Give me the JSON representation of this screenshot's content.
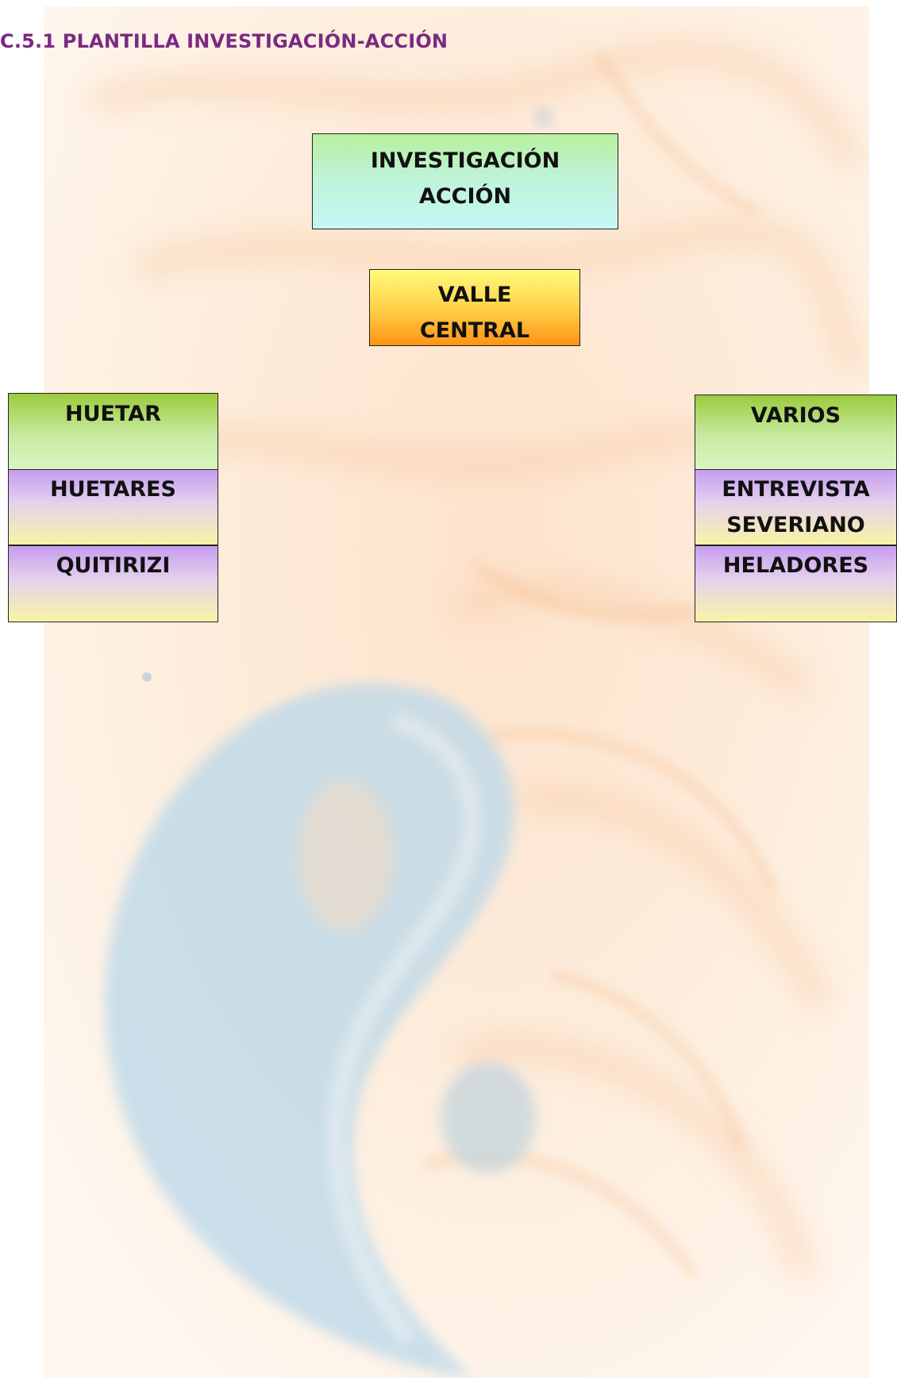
{
  "heading": "C.5.1  PLANTILLA INVESTIGACIÓN-ACCIÓN",
  "top_box": {
    "line1": "INVESTIGACIÓN",
    "line2": "ACCIÓN"
  },
  "middle_box": {
    "line1": "VALLE",
    "line2": "CENTRAL"
  },
  "left_column": [
    {
      "label": "HUETAR"
    },
    {
      "label": "HUETARES"
    },
    {
      "label": "QUITIRIZI"
    }
  ],
  "right_column": [
    {
      "label": "VARIOS"
    },
    {
      "line1": "ENTREVISTA",
      "line2": "SEVERIANO"
    },
    {
      "label": "HELADORES"
    }
  ],
  "colors": {
    "heading": "#7a2a82",
    "background_art_blue": "#a9cde3",
    "background_art_orange": "#f6b27a"
  },
  "background_image": "watercolor yin-yang painting (watermark)"
}
